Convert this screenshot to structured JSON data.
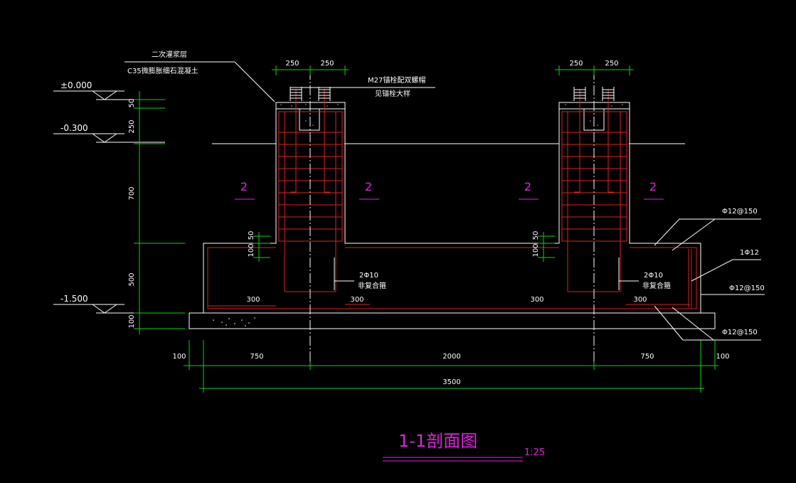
{
  "title": {
    "main": "1-1剖面图",
    "scale": "1:25"
  },
  "elevations": [
    "±0.000",
    "-0.300",
    "-1.500"
  ],
  "left_dims": [
    "50",
    "250",
    "700",
    "500",
    "100"
  ],
  "step_dims": [
    "50",
    "100"
  ],
  "top_dims": [
    "250",
    "250"
  ],
  "bottom_dims": {
    "edge_left": "100",
    "left": "750",
    "middle": "2000",
    "right": "750",
    "edge_right": "100",
    "total": "3500"
  },
  "inner_dims": [
    "300",
    "300",
    "300",
    "300"
  ],
  "section_marks": [
    "2",
    "2",
    "2",
    "2"
  ],
  "notes": {
    "grout_1": "二次灌浆层",
    "grout_2": "C35微膨胀细石混凝土",
    "bolt_1": "M27锚栓配双螺帽",
    "bolt_2": "见锚栓大样",
    "bar_1": "2Φ10",
    "bar_2": "非复合箍"
  },
  "rebar_labels": [
    "Φ12@150",
    "1Φ12",
    "Φ12@150",
    "Φ12@150"
  ],
  "colors": {
    "background": "#000000",
    "dimension": "#00dd00",
    "outline": "#ffffff",
    "rebar": "#e02020",
    "annotation": "#e020e0"
  }
}
